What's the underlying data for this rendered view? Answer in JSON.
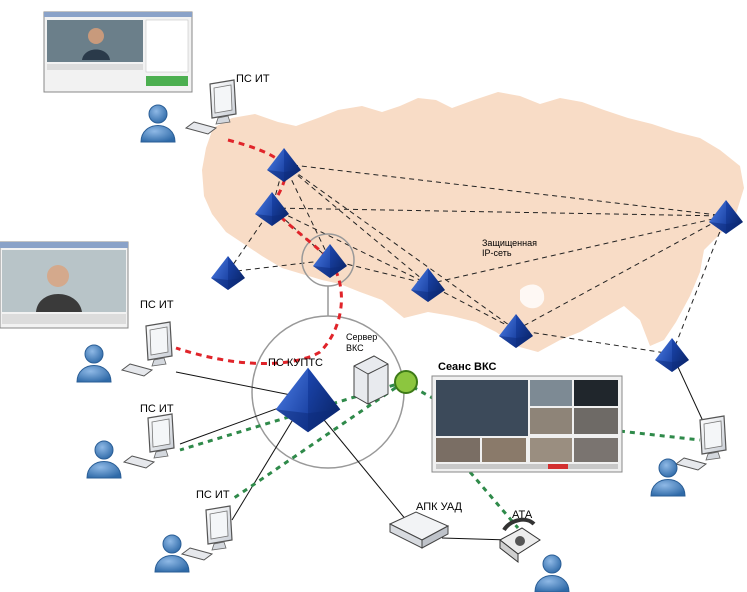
{
  "labels": {
    "ps_it_top": "ПС ИТ",
    "ps_it_left": "ПС ИТ",
    "ps_it_mid": "ПС ИТ",
    "ps_it_bottom": "ПС ИТ",
    "ps_kupts": "ПС КУПТС",
    "server_line1": "Сервер",
    "server_line2": "ВКС",
    "network_line1": "Защищенная",
    "network_line2": "IP-сеть",
    "vks_session": "Сеанс ВКС",
    "apk_uad": "АПК УАД",
    "ata": "АТА"
  },
  "colors": {
    "map": "#f8dcc6",
    "node": "#1f4fbf",
    "node_dark": "#0b2a7a",
    "person": "#4a86c5",
    "red_link": "#e0242a",
    "green_link": "#2f8a4a",
    "server_dot": "#8cc63f"
  },
  "icons": {
    "node": "pyramid-node-icon",
    "user": "user-icon",
    "monitor": "monitor-icon",
    "server": "server-icon",
    "router": "router-box-icon",
    "phone": "telephone-icon",
    "screenshot": "video-window-icon"
  }
}
